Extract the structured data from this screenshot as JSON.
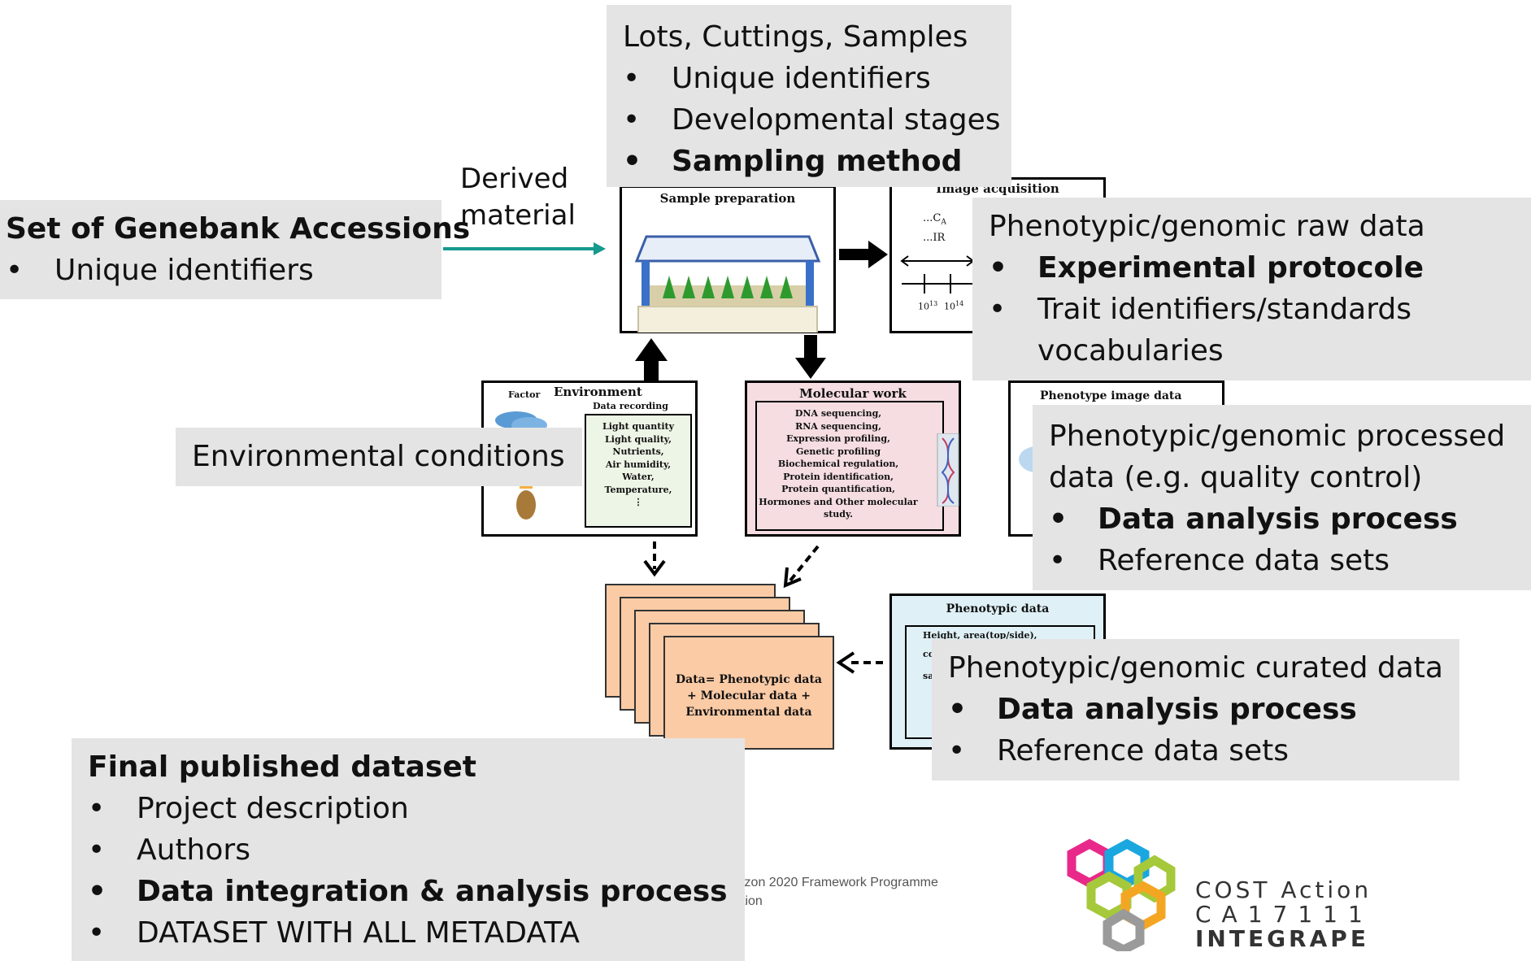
{
  "lots": {
    "title": "Lots, Cuttings, Samples",
    "items": [
      {
        "text": "Unique identifiers",
        "bold": false
      },
      {
        "text": "Developmental stages",
        "bold": false
      },
      {
        "text": "Sampling method",
        "bold": true
      }
    ]
  },
  "derived": {
    "line1": "Derived",
    "line2": "material"
  },
  "genebank": {
    "title": "Set of Genebank Accessions",
    "items": [
      {
        "text": "Unique identifiers",
        "bold": false
      }
    ]
  },
  "raw": {
    "title": "Phenotypic/genomic raw data",
    "items": [
      {
        "text": "Experimental protocole",
        "bold": true
      },
      {
        "text": "Trait identifiers/standards",
        "bold": false,
        "cont": "vocabularies"
      }
    ]
  },
  "env_callout": {
    "title": "Environmental conditions"
  },
  "processed": {
    "title_line1": "Phenotypic/genomic processed",
    "title_line2": "data (e.g. quality control)",
    "items": [
      {
        "text": "Data analysis process",
        "bold": true
      },
      {
        "text": "Reference data sets",
        "bold": false
      }
    ]
  },
  "curated": {
    "title": "Phenotypic/genomic curated data",
    "items": [
      {
        "text": "Data analysis process",
        "bold": true
      },
      {
        "text": "Reference data sets",
        "bold": false
      }
    ]
  },
  "final": {
    "title": "Final published dataset",
    "items": [
      {
        "text": "Project description",
        "bold": false
      },
      {
        "text": "Authors",
        "bold": false
      },
      {
        "text": "Data integration & analysis process",
        "bold": true
      },
      {
        "text": "DATASET WITH ALL METADATA",
        "bold": false
      }
    ]
  },
  "bullet": "•",
  "diagram": {
    "sample_prep": "Sample preparation",
    "image_acq": "Image acquisition",
    "image_acq_l1": "...C",
    "image_acq_sub": "A",
    "image_acq_l2": "...IR",
    "image_acq_tick1": "10",
    "image_acq_tick1_sup": "13",
    "image_acq_tick2": "10",
    "image_acq_tick2_sup": "14",
    "env_title": "Environment",
    "env_factor": "Factor",
    "env_recording": "Data recording",
    "env_items": [
      "Light quantity",
      "Light quality,",
      "Nutrients,",
      "Air humidity,",
      "Water,",
      "Temperature,",
      "⋮"
    ],
    "mol_title": "Molecular work",
    "mol_items": [
      "DNA sequencing,",
      "RNA sequencing,",
      "Expression profiling,",
      "Genetic profiling",
      "Biochemical regulation,",
      "Protein identification,",
      "Protein quantification,",
      "Hormones and Other molecular",
      "study."
    ],
    "pheno_image": "Phenotype  image data",
    "pheno_data": "Phenotypic data",
    "pheno_data_l1": "Height, area(top/side),",
    "pheno_data_l2": "co",
    "pheno_data_l3": "sa",
    "data_stack_l1": "Data= Phenotypic data",
    "data_stack_l2": "+ Molecular  data +",
    "data_stack_l3": "Environmental data"
  },
  "footer": {
    "line1": "izon 2020 Framework Programme",
    "line2": "tion"
  },
  "logo": {
    "line1": "COST Action",
    "line2": "CA17111",
    "line3": "INTEGRAPE"
  },
  "colors": {
    "callout_bg": "#e4e4e4",
    "arrow_teal": "#16998f",
    "molecular_bg": "#f5dde2",
    "pheno_bg": "#dff0f6",
    "stack_bg": "#fbcba6",
    "env_rec_bg": "#edf5e6"
  }
}
